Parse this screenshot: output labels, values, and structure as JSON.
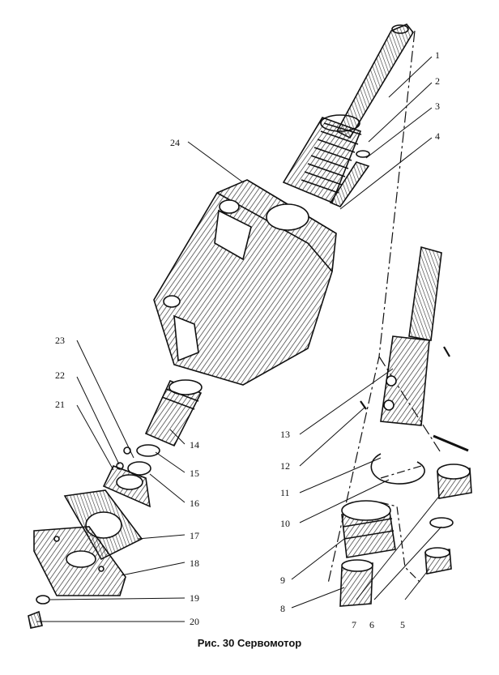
{
  "caption": "Рис. 30 Сервомотор",
  "callouts": [
    "1",
    "2",
    "3",
    "4",
    "5",
    "6",
    "7",
    "8",
    "9",
    "10",
    "11",
    "12",
    "13",
    "14",
    "15",
    "16",
    "17",
    "18",
    "19",
    "20",
    "21",
    "22",
    "23",
    "24"
  ],
  "colors": {
    "ink": "#111111",
    "hatch": "#333333",
    "paper": "#ffffff"
  }
}
